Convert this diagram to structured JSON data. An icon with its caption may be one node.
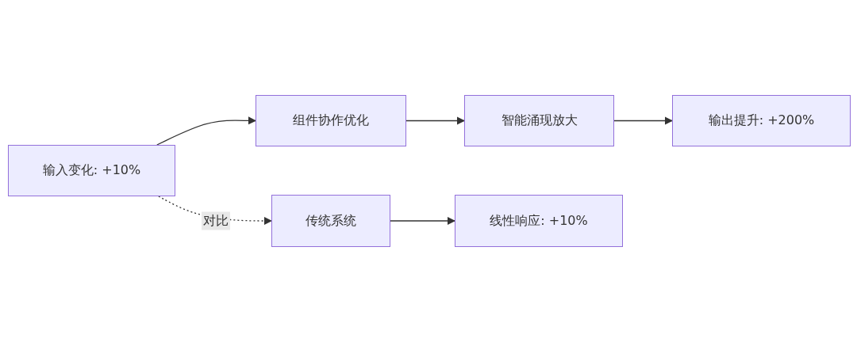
{
  "diagram": {
    "nodes": [
      {
        "text": [
          "输入变化: +10%"
        ]
      },
      {
        "text": [
          "组件协作优化"
        ]
      },
      {
        "text": [
          "智能涌现放大"
        ]
      },
      {
        "text": [
          "输出提升: +200%"
        ]
      },
      {
        "text": [
          "传统系统"
        ]
      },
      {
        "text": [
          "线性响应: +10%"
        ]
      }
    ],
    "edges": [
      {
        "from": 0,
        "to": 1,
        "arrow": "to"
      },
      {
        "from": 1,
        "to": 2,
        "arrow": "to"
      },
      {
        "from": 2,
        "to": 3,
        "arrow": "to"
      },
      {
        "from": 0,
        "to": 4,
        "arrow": "to",
        "label": "对比",
        "style": "dashed"
      },
      {
        "from": 4,
        "to": 5,
        "arrow": "to"
      }
    ]
  }
}
